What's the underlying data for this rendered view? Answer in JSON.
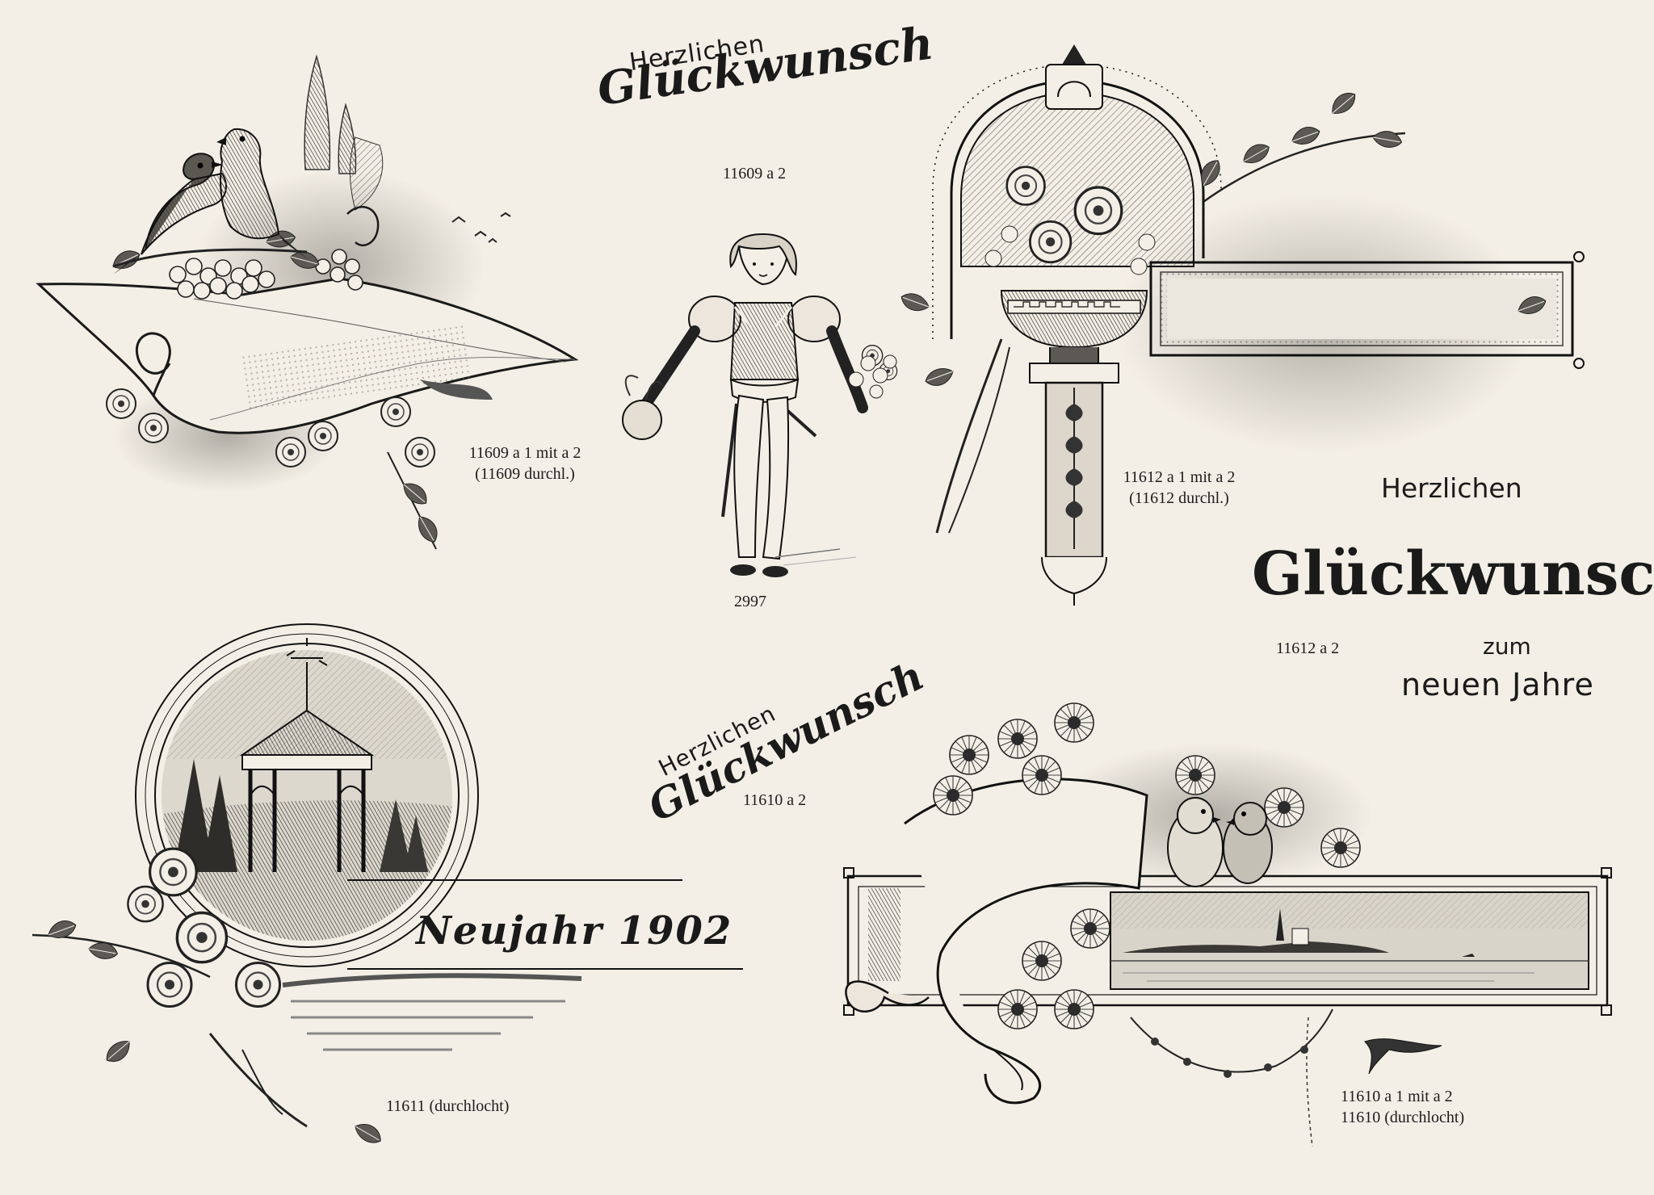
{
  "palette": {
    "paper": "#f4efe6",
    "ink": "#1a1a1a",
    "shade": "#8a8a8a",
    "light": "#c9c4bb"
  },
  "vignettes": [
    {
      "id": "birds-scroll",
      "code_line1": "11609 a 1  mit  a 2",
      "code_line2": "(11609 durchl.)"
    },
    {
      "id": "child-figure",
      "code_line1": "2997"
    },
    {
      "id": "flower-vase",
      "code_line1": "11612 a 1  mit  a 2",
      "code_line2": "(11612 durchl.)"
    },
    {
      "id": "pavilion",
      "caption": "Neujahr 1902",
      "code_line1": "11611  (durchlocht)"
    },
    {
      "id": "daisy-lake",
      "code_line1": "11610 a 1  mit  a 2",
      "code_line2": "11610  (durchlocht)"
    }
  ],
  "headings": {
    "top": {
      "small": "Herzlichen",
      "large": "Glückwunsch",
      "code": "11609 a 2"
    },
    "middle": {
      "small": "Herzlichen",
      "large": "Glückwunsch",
      "code": "11610 a 2"
    },
    "right": {
      "small": "Herzlichen",
      "large": "Glückwunsch",
      "code": "11612 a 2",
      "line3": "zum",
      "line4": "neuen Jahre"
    }
  }
}
